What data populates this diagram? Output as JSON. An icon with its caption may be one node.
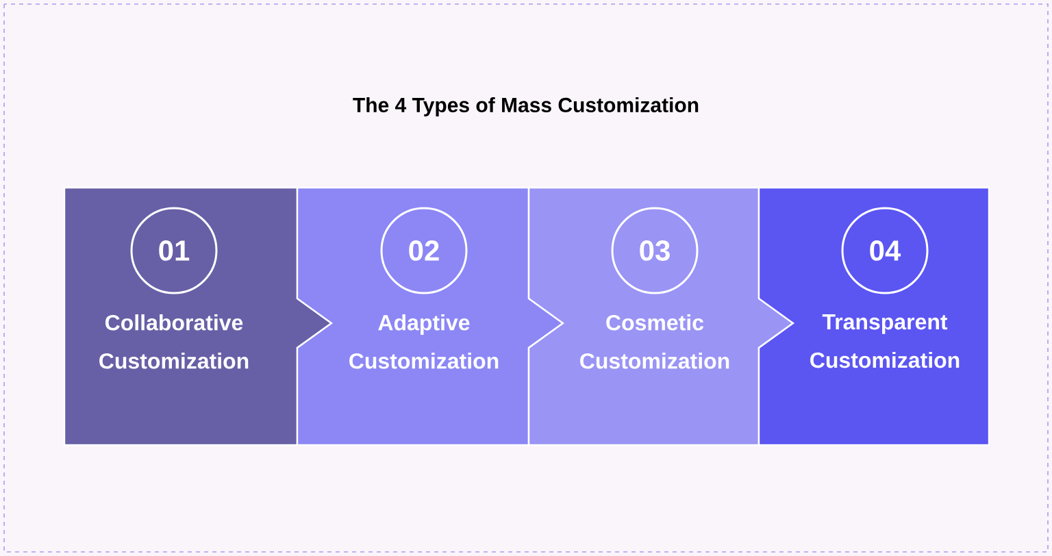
{
  "diagram": {
    "title": "The 4 Types of Mass Customization",
    "nodes": [
      {
        "text": [
          "Collaborative Customization"
        ]
      },
      {
        "text": [
          "01"
        ],
        "in": 0
      },
      {
        "text": [
          "Adaptive Customization"
        ]
      },
      {
        "text": [
          "02"
        ],
        "in": 2
      },
      {
        "text": [
          "Cosmetic Customization"
        ]
      },
      {
        "text": [
          "03"
        ],
        "in": 4
      },
      {
        "text": [
          "Transparent Customization"
        ]
      },
      {
        "text": [
          "04"
        ],
        "in": 6
      }
    ]
  }
}
